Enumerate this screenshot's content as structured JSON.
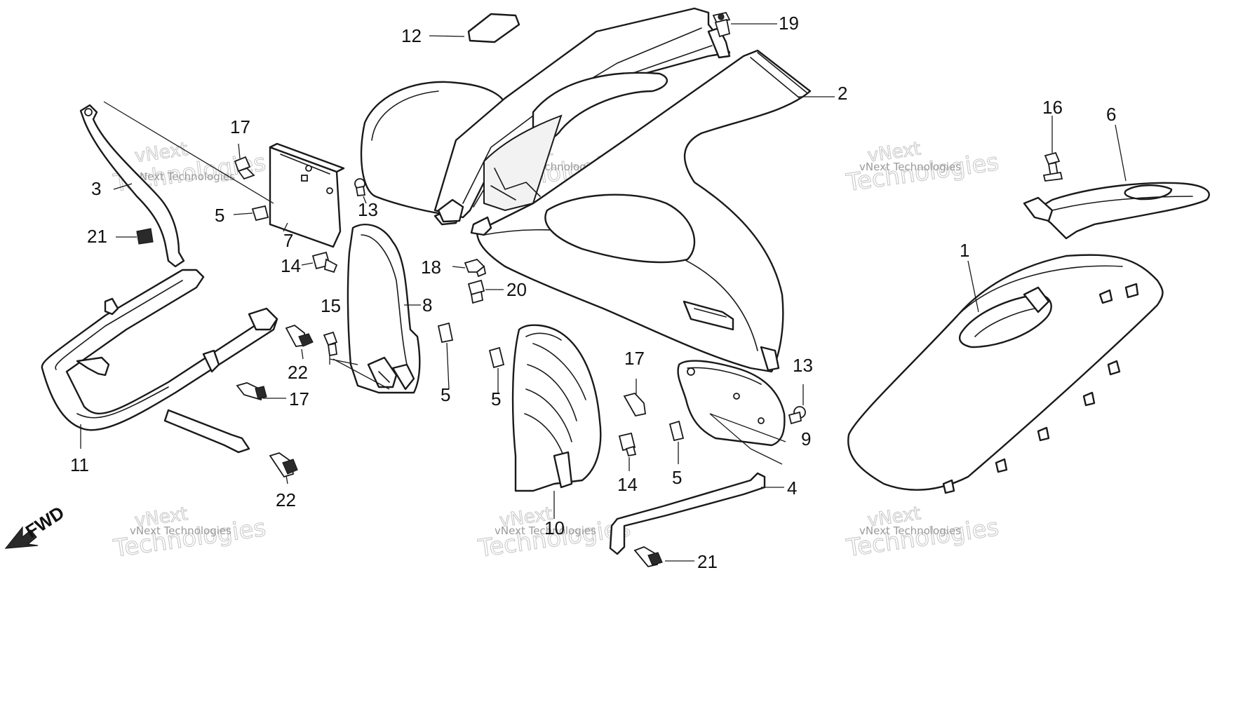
{
  "watermark": {
    "line1": "vNext",
    "line2": "Technologies",
    "caption": "vNext Technologies"
  },
  "direction_label": "FWD",
  "callouts": {
    "c1": "1",
    "c2": "2",
    "c3": "3",
    "c4": "4",
    "c5a": "5",
    "c5b": "5",
    "c5c": "5",
    "c5d": "5",
    "c6": "6",
    "c7": "7",
    "c8": "8",
    "c9": "9",
    "c10": "10",
    "c11": "11",
    "c12": "12",
    "c13a": "13",
    "c13b": "13",
    "c14a": "14",
    "c14b": "14",
    "c15": "15",
    "c16": "16",
    "c17a": "17",
    "c17b": "17",
    "c17c": "17",
    "c18": "18",
    "c19": "19",
    "c20": "20",
    "c21a": "21",
    "c21b": "21",
    "c22a": "22",
    "c22b": "22"
  }
}
